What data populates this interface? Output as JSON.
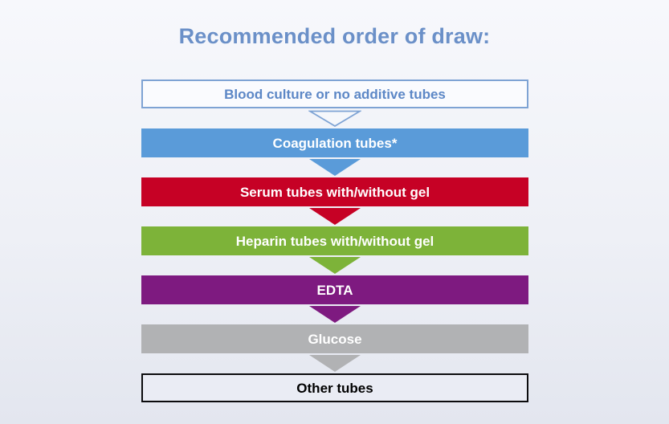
{
  "page": {
    "title": "Recommended order of draw:",
    "title_color": "#6b90c8",
    "background_top": "#f7f8fc",
    "background_bottom": "#e3e6ef"
  },
  "steps": [
    {
      "id": "blood-culture",
      "label": "Blood culture or no additive tubes",
      "fill": "#fafbfe",
      "border": "#7ea3d4",
      "text_color": "#5c87c6",
      "arrow": "outlined",
      "arrow_fill": "#f5f7fb",
      "arrow_stroke": "#7ea3d4"
    },
    {
      "id": "coagulation",
      "label": "Coagulation tubes*",
      "fill": "#5a9bd9",
      "border": null,
      "text_color": "#ffffff",
      "arrow": "solid",
      "arrow_fill": "#5a9bd9",
      "arrow_stroke": "#5a9bd9"
    },
    {
      "id": "serum",
      "label": "Serum tubes with/without gel",
      "fill": "#c60125",
      "border": null,
      "text_color": "#ffffff",
      "arrow": "solid",
      "arrow_fill": "#c60125",
      "arrow_stroke": "#c60125"
    },
    {
      "id": "heparin",
      "label": "Heparin tubes with/without gel",
      "fill": "#7db339",
      "border": null,
      "text_color": "#ffffff",
      "arrow": "solid",
      "arrow_fill": "#7db339",
      "arrow_stroke": "#7db339"
    },
    {
      "id": "edta",
      "label": "EDTA",
      "fill": "#7e1a80",
      "border": null,
      "text_color": "#ffffff",
      "arrow": "solid",
      "arrow_fill": "#7e1a80",
      "arrow_stroke": "#7e1a80"
    },
    {
      "id": "glucose",
      "label": "Glucose",
      "fill": "#b1b2b4",
      "border": null,
      "text_color": "#ffffff",
      "arrow": "solid",
      "arrow_fill": "#b1b2b4",
      "arrow_stroke": "#b1b2b4"
    },
    {
      "id": "other-tubes",
      "label": "Other tubes",
      "fill": "#eaecf4",
      "border": "#0b0b0d",
      "text_color": "#000000",
      "arrow": "none",
      "arrow_fill": null,
      "arrow_stroke": null
    }
  ]
}
